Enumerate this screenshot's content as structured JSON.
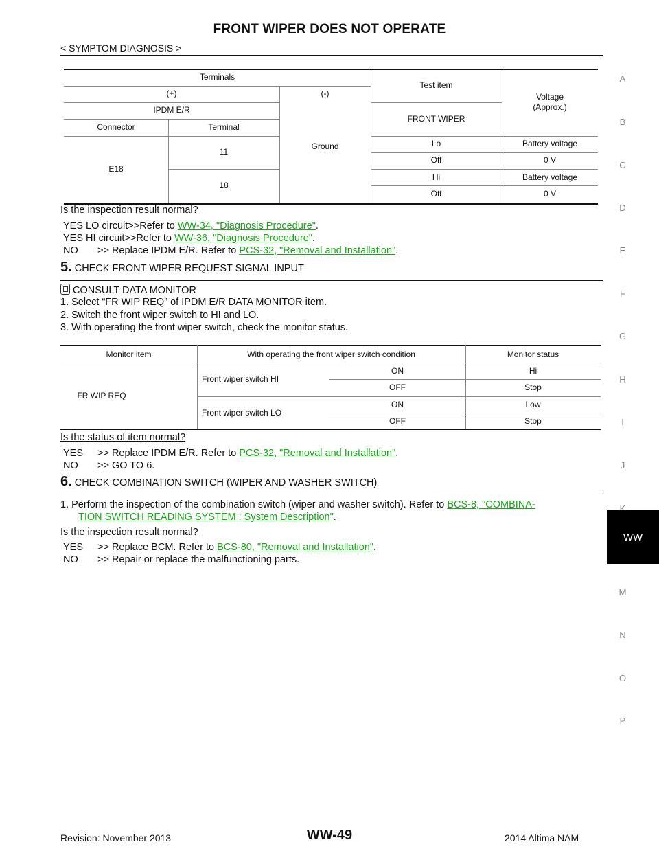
{
  "header": {
    "title": "FRONT WIPER DOES NOT OPERATE",
    "subtitle": "< SYMPTOM DIAGNOSIS >"
  },
  "side_index": [
    "A",
    "B",
    "C",
    "D",
    "E",
    "F",
    "G",
    "H",
    "I",
    "J",
    "K",
    "WW",
    "M",
    "N",
    "O",
    "P"
  ],
  "table1": {
    "h_terminals": "Terminals",
    "h_plus": "(+)",
    "h_minus": "(-)",
    "h_test_item": "Test item",
    "h_voltage": "Voltage\n(Approx.)",
    "h_ipdm": "IPDM E/R",
    "h_connector": "Connector",
    "h_terminal": "Terminal",
    "connector": "E18",
    "ground": "Ground",
    "front_wiper": "FRONT WIPER",
    "rows": [
      {
        "terminal": "11",
        "cond": "Lo",
        "voltage": "Battery voltage"
      },
      {
        "terminal": "",
        "cond": "Off",
        "voltage": "0 V"
      },
      {
        "terminal": "18",
        "cond": "Hi",
        "voltage": "Battery voltage"
      },
      {
        "terminal": "",
        "cond": "Off",
        "voltage": "0 V"
      }
    ]
  },
  "result1": {
    "question": "Is the inspection result normal?",
    "yes_lo_prefix": "YES LO circuit>>Refer to ",
    "yes_lo_link": "WW-34, \"Diagnosis Procedure\"",
    "yes_hi_prefix": "YES HI circuit>>Refer to ",
    "yes_hi_link": "WW-36, \"Diagnosis Procedure\"",
    "no_label": "NO",
    "no_prefix": ">> Replace IPDM E/R. Refer to ",
    "no_link": "PCS-32, \"Removal and Installation\"",
    "period": "."
  },
  "step5": {
    "num": "5.",
    "title": "CHECK FRONT WIPER REQUEST SIGNAL INPUT",
    "consult": "CONSULT DATA MONITOR",
    "items": [
      "1.  Select “FR WIP REQ” of IPDM E/R DATA MONITOR item.",
      "2.  Switch the front wiper switch to HI and LO.",
      "3.  With operating the front wiper switch, check the monitor status."
    ]
  },
  "table2": {
    "h_monitor_item": "Monitor item",
    "h_condition": "With operating the front wiper switch condition",
    "h_status": "Monitor status",
    "monitor_item": "FR WIP REQ",
    "cond_hi": "Front wiper switch HI",
    "cond_lo": "Front wiper switch LO",
    "rows": [
      {
        "state": "ON",
        "status": "Hi"
      },
      {
        "state": "OFF",
        "status": "Stop"
      },
      {
        "state": "ON",
        "status": "Low"
      },
      {
        "state": "OFF",
        "status": "Stop"
      }
    ]
  },
  "result2": {
    "question": "Is the status of item normal?",
    "yes_label": "YES",
    "yes_prefix": ">> Replace IPDM E/R. Refer to ",
    "yes_link": "PCS-32, \"Removal and Installation\"",
    "no_label": "NO",
    "no_text": ">> GO TO 6.",
    "period": "."
  },
  "step6": {
    "num": "6.",
    "title": "CHECK COMBINATION SWITCH (WIPER AND WASHER SWITCH)",
    "item_prefix": "1.  Perform the inspection of the combination switch (wiper and washer switch). Refer to ",
    "item_link_1": "BCS-8, \"COMBINA-",
    "item_link_2": "TION SWITCH READING SYSTEM : System Description\"",
    "period": "."
  },
  "result3": {
    "question": "Is the inspection result normal?",
    "yes_label": "YES",
    "yes_prefix": ">> Replace BCM. Refer to ",
    "yes_link": "BCS-80, \"Removal and Installation\"",
    "no_label": "NO",
    "no_text": ">> Repair or replace the malfunctioning parts.",
    "period": "."
  },
  "footer": {
    "revision": "Revision: November 2013",
    "page": "WW-49",
    "model": "2014 Altima NAM"
  }
}
